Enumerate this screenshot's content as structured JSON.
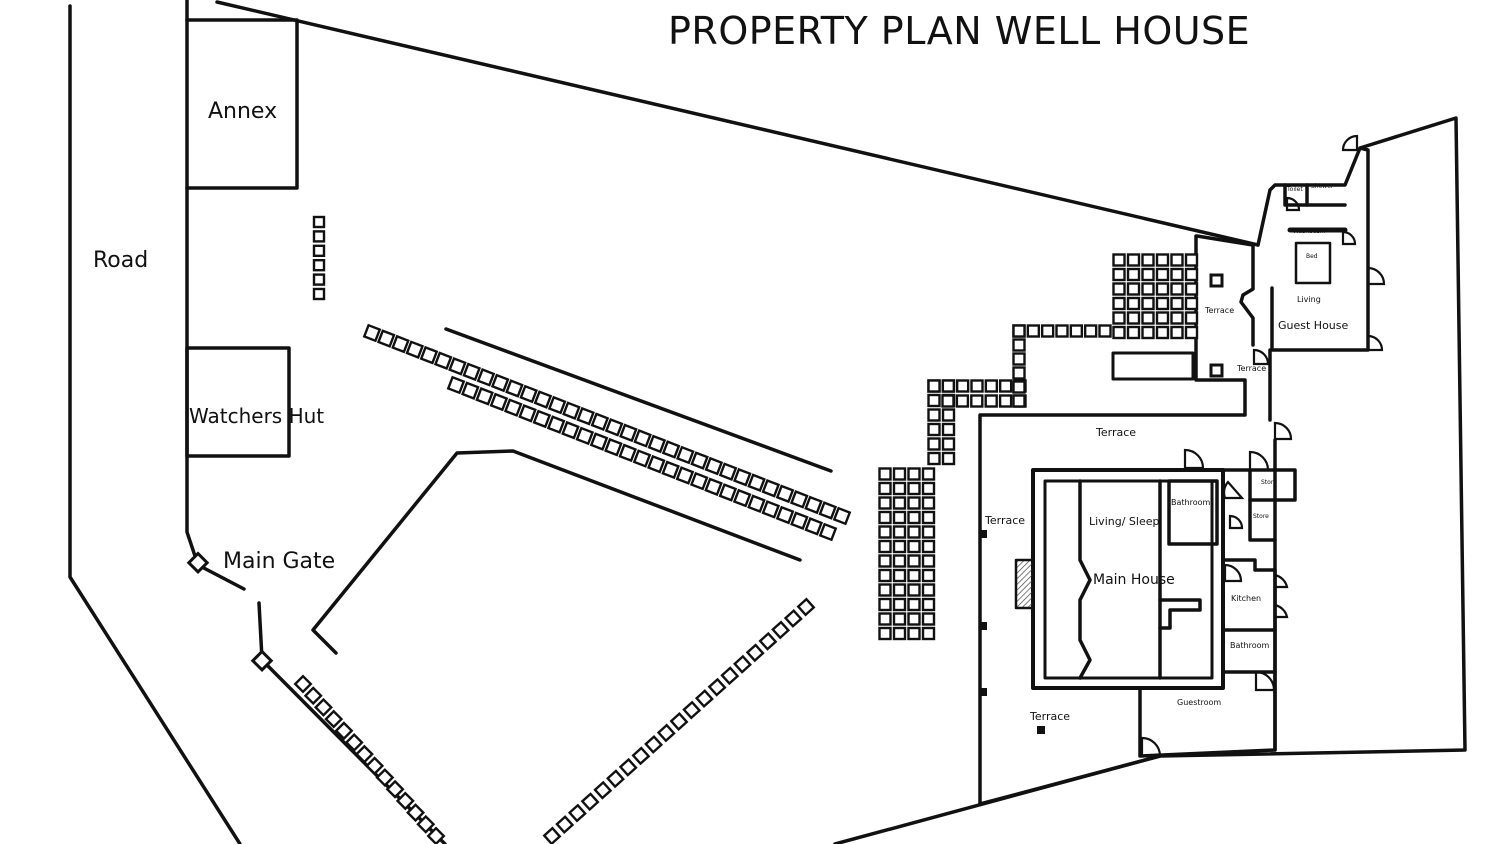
{
  "title": "PROPERTY PLAN WELL HOUSE",
  "labels": {
    "annex": "Annex",
    "road": "Road",
    "watchers_hut": "Watchers Hut",
    "main_gate": "Main Gate",
    "main_house": "Main House",
    "living_sleep": "Living/ Sleep",
    "bathroom_upper": "Bathroom",
    "bathroom_lower": "Bathroom",
    "kitchen": "Kitchen",
    "store_upper": "Store",
    "store_lower": "Store",
    "guestroom": "Guestroom",
    "terrace_top": "Terrace",
    "terrace_left": "Terrace",
    "terrace_bottom": "Terrace",
    "terrace_guest_upper": "Terrace",
    "terrace_guest_lower": "Terrace",
    "guest_house": "Guest House",
    "living": "Living",
    "bed": "Bed",
    "washbasin": "Washbasin",
    "toilet": "Toilet",
    "shower": "Shower"
  },
  "colors": {
    "ink": "#111111",
    "paper": "#ffffff",
    "hatch": "#444444"
  }
}
